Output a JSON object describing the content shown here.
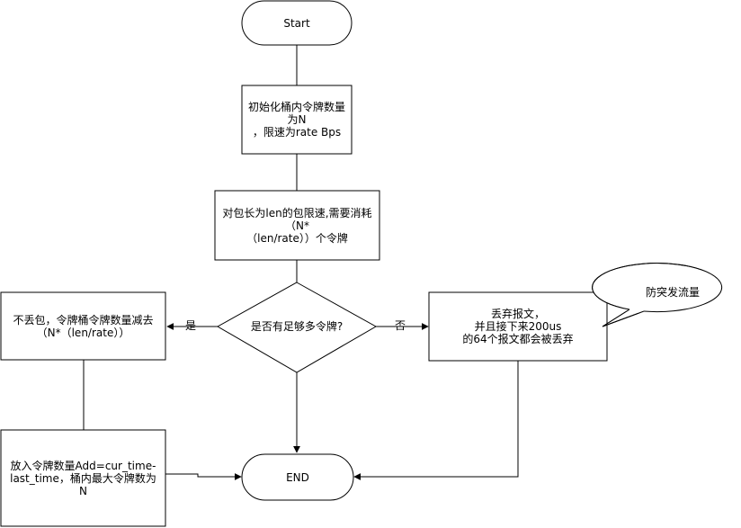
{
  "diagram": {
    "nodes": {
      "start": {
        "text": "Start"
      },
      "init": {
        "lines": [
          "初始化桶内令牌数量为N",
          "，限速为rate Bps"
        ]
      },
      "consume": {
        "lines": [
          "对包长为len的包限速,需要消耗（N*",
          "（len/rate））个令牌"
        ]
      },
      "decision": {
        "text": "是否有足够多令牌?"
      },
      "pass": {
        "lines": [
          "不丢包，令牌桶令牌数量减去",
          "（N*（len/rate））"
        ]
      },
      "drop": {
        "lines": [
          "丢弃报文，",
          "并且接下来200us",
          "的64个报文都会被丢弃"
        ]
      },
      "refill": {
        "lines": [
          "放入令牌数量Add=cur_time-",
          "last_time，桶内最大令牌数为",
          "N"
        ]
      },
      "end": {
        "text": "END"
      },
      "note": {
        "text": "防突发流量"
      }
    },
    "edges": {
      "yes_label": "是",
      "no_label": "否"
    }
  }
}
